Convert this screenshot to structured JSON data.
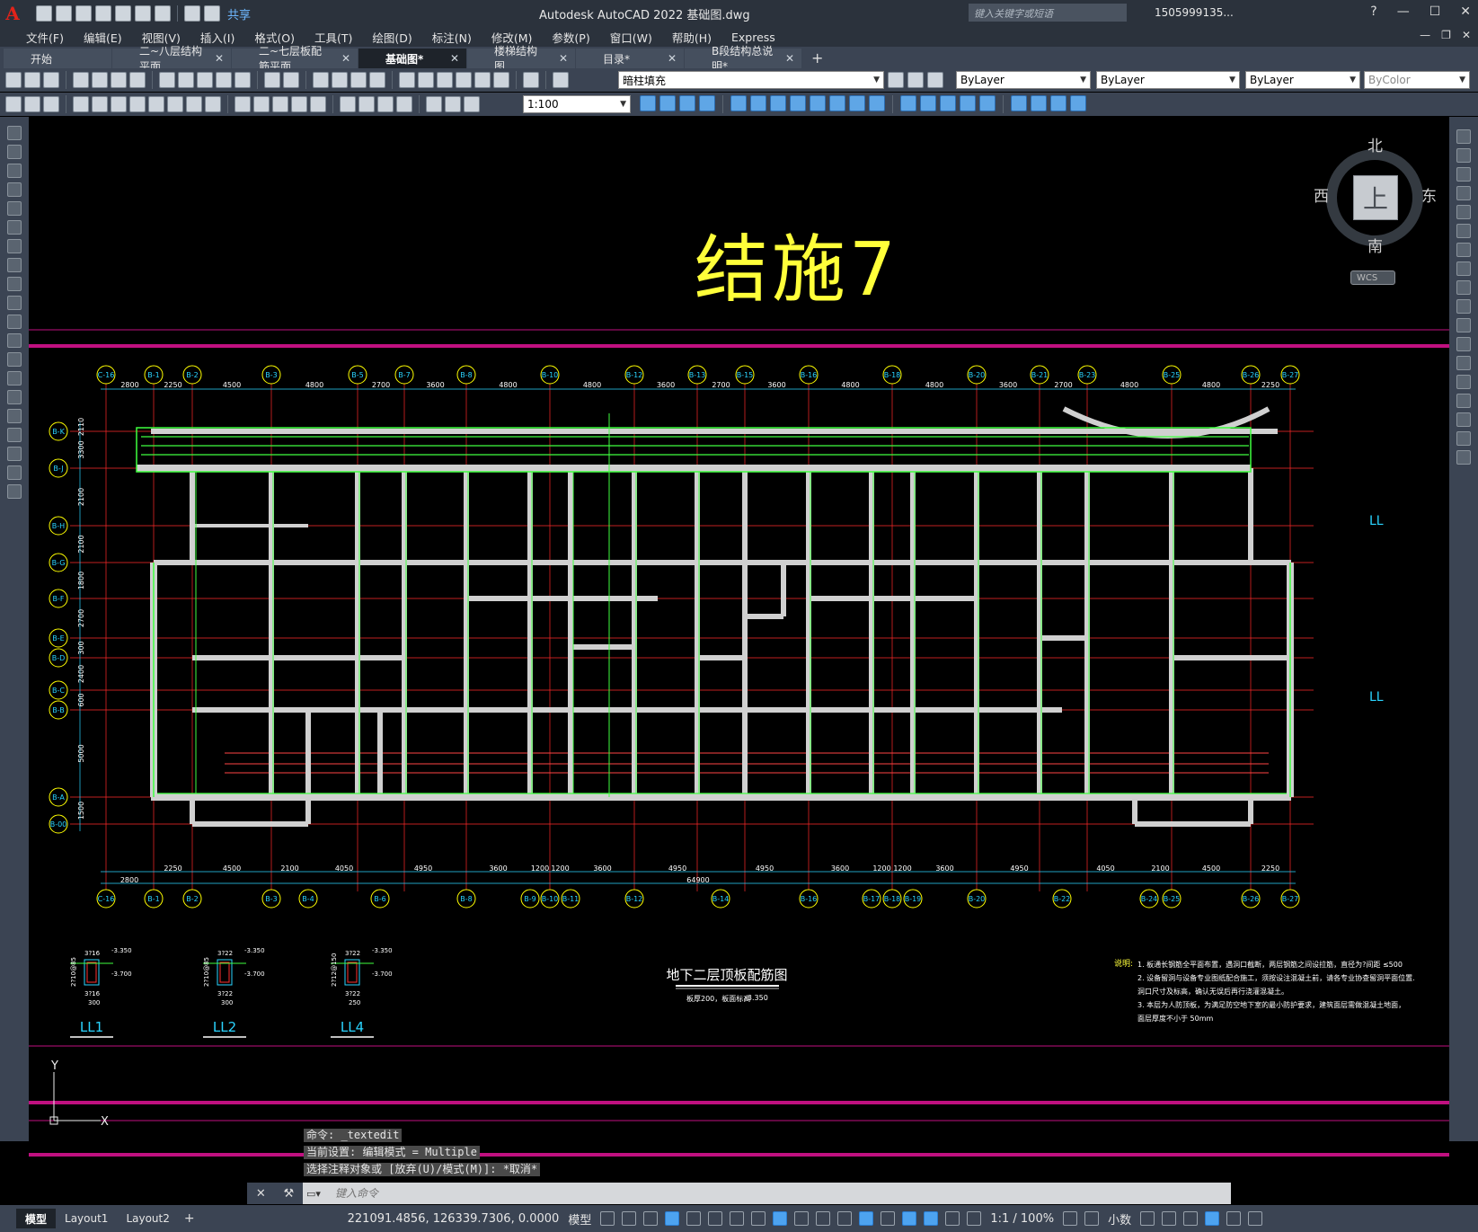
{
  "app": {
    "title": "Autodesk AutoCAD 2022    基础图.dwg",
    "share_label": "共享",
    "search_placeholder": "键入关键字或短语",
    "user": "1505999135..."
  },
  "menu": [
    "文件(F)",
    "编辑(E)",
    "视图(V)",
    "插入(I)",
    "格式(O)",
    "工具(T)",
    "绘图(D)",
    "标注(N)",
    "修改(M)",
    "参数(P)",
    "窗口(W)",
    "帮助(H)",
    "Express"
  ],
  "doc_tabs": [
    {
      "label": "开始",
      "active": false,
      "closable": false
    },
    {
      "label": "二~八层结构平面",
      "active": false,
      "closable": true
    },
    {
      "label": "二~七层板配筋平面",
      "active": false,
      "closable": true
    },
    {
      "label": "基础图*",
      "active": true,
      "closable": true
    },
    {
      "label": "楼梯结构图",
      "active": false,
      "closable": true
    },
    {
      "label": "目录*",
      "active": false,
      "closable": true
    },
    {
      "label": "B段结构总说明*",
      "active": false,
      "closable": true
    }
  ],
  "properties": {
    "layer": "暗柱填充",
    "color": "ByLayer",
    "linetype": "ByLayer",
    "lineweight": "ByLayer",
    "plotstyle": "ByColor",
    "annotation_scale": "1:100"
  },
  "viewcube": {
    "north": "北",
    "south": "南",
    "east": "东",
    "west": "西",
    "face": "上",
    "wcs": "WCS"
  },
  "drawing": {
    "sheet_title": "结施7",
    "plan_title": "地下二层顶板配筋图",
    "plan_subtitle": "板厚200，板面标高",
    "plan_elev": "-3.350",
    "top_grid_labels": [
      "C-16",
      "B-1",
      "B-2",
      "B-3",
      "B-5",
      "B-7",
      "B-8",
      "B-10",
      "B-12",
      "B-13",
      "B-15",
      "B-16",
      "B-18",
      "B-20",
      "B-21",
      "B-23",
      "B-25",
      "B-26",
      "B-27"
    ],
    "top_dims": [
      "2800",
      "2250",
      "4500",
      "4800",
      "2700",
      "3600",
      "4800",
      "4800",
      "3600",
      "2700",
      "3600",
      "4800",
      "4800",
      "3600",
      "2700",
      "4800",
      "4800",
      "2250"
    ],
    "bottom_grid_labels": [
      "C-16",
      "B-1",
      "B-2",
      "B-3",
      "B-4",
      "B-6",
      "B-8",
      "B-9",
      "B-10",
      "B-11",
      "B-12",
      "B-14",
      "B-16",
      "B-17",
      "B-18",
      "B-19",
      "B-20",
      "B-22",
      "B-24",
      "B-25",
      "B-26",
      "B-27"
    ],
    "bottom_dims": [
      "2250",
      "4500",
      "2100",
      "4050",
      "4950",
      "3600",
      "1200",
      "1200",
      "3600",
      "4950",
      "4950",
      "3600",
      "1200",
      "1200",
      "3600",
      "4950",
      "4050",
      "2100",
      "4500",
      "2250"
    ],
    "bottom_total": "64900",
    "bottom_left": "2800",
    "left_grid_labels": [
      "B-K",
      "B-J",
      "B-H",
      "B-G",
      "B-F",
      "B-E",
      "B-D",
      "B-C",
      "B-B",
      "B-A",
      "B-00"
    ],
    "left_dims": [
      "2110",
      "3300",
      "2100",
      "2100",
      "1800",
      "2700",
      "300",
      "2400",
      "600",
      "5000",
      "1500"
    ],
    "notes_label": "说明:",
    "notes": [
      "1. 板通长钢筋全平面布置，遇洞口截断，两层钢筋之间设拉筋，直径为?间距 ≤500",
      "2. 设备留洞与设备专业图纸配合施工，须按设注混凝土前，请各专业协查留洞平面位置.",
      "   洞口尺寸及标高，确认无误后再行浇灌混凝土。",
      "3. 本层为人防顶板，为满足防空地下室的最小防护要求，建筑面层需做混凝土地面，",
      "   面层厚度不小于 50mm"
    ],
    "details": [
      {
        "label": "LL1",
        "top": "3?16",
        "bot": "3?16",
        "side": "2?10@85",
        "w": "300",
        "e1": "-3.350",
        "e2": "-3.700"
      },
      {
        "label": "LL2",
        "top": "3?22",
        "bot": "3?22",
        "side": "2?10@85",
        "w": "300",
        "e1": "-3.350",
        "e2": "-3.700"
      },
      {
        "label": "LL4",
        "top": "3?22",
        "bot": "3?22",
        "side": "2?12@150",
        "w": "250",
        "e1": "-3.350",
        "e2": "-3.700"
      }
    ],
    "right_partial": [
      "LL",
      "LL"
    ]
  },
  "command": {
    "history": [
      "命令: _textedit",
      "当前设置: 编辑模式 = Multiple",
      "选择注释对象或 [放弃(U)/模式(M)]: *取消*"
    ],
    "placeholder": "键入命令"
  },
  "status": {
    "layouts": [
      {
        "label": "模型",
        "active": true
      },
      {
        "label": "Layout1",
        "active": false
      },
      {
        "label": "Layout2",
        "active": false
      }
    ],
    "coords": "221091.4856, 126339.7306, 0.0000",
    "space": "模型",
    "scale": "1:1 / 100%",
    "units": "小数"
  },
  "colors": {
    "chrome": "#3b4453",
    "titlebar": "#2b323c",
    "canvas": "#000000",
    "wall_fill": "#d0d0d0",
    "rebar_green": "#3fff3f",
    "grid_red": "#ff2a2a",
    "sheet_magenta": "#c01080",
    "title_yellow": "#ffff3a",
    "dim_cyan": "#2ad4ff",
    "bubble_yellow": "#ffff00"
  }
}
